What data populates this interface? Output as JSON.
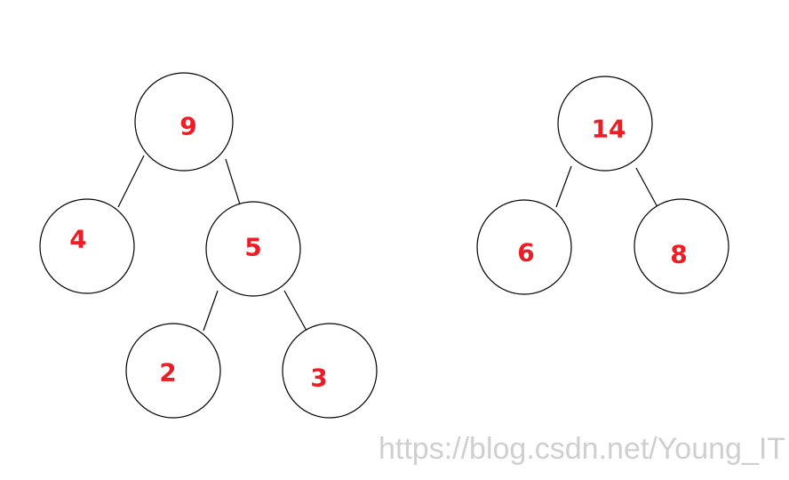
{
  "colors": {
    "label": "#ee1c24",
    "stroke": "#000000",
    "watermark": "#cfcfcf"
  },
  "trees": [
    {
      "nodes": [
        {
          "id": "n9",
          "label": "9"
        },
        {
          "id": "n4",
          "label": "4"
        },
        {
          "id": "n5",
          "label": "5"
        },
        {
          "id": "n2",
          "label": "2"
        },
        {
          "id": "n3",
          "label": "3"
        }
      ],
      "edges": [
        {
          "from": "n9",
          "to": "n4"
        },
        {
          "from": "n9",
          "to": "n5"
        },
        {
          "from": "n5",
          "to": "n2"
        },
        {
          "from": "n5",
          "to": "n3"
        }
      ]
    },
    {
      "nodes": [
        {
          "id": "n14",
          "label": "14"
        },
        {
          "id": "n6",
          "label": "6"
        },
        {
          "id": "n8",
          "label": "8"
        }
      ],
      "edges": [
        {
          "from": "n14",
          "to": "n6"
        },
        {
          "from": "n14",
          "to": "n8"
        }
      ]
    }
  ],
  "watermark": "https://blog.csdn.net/Young_IT"
}
